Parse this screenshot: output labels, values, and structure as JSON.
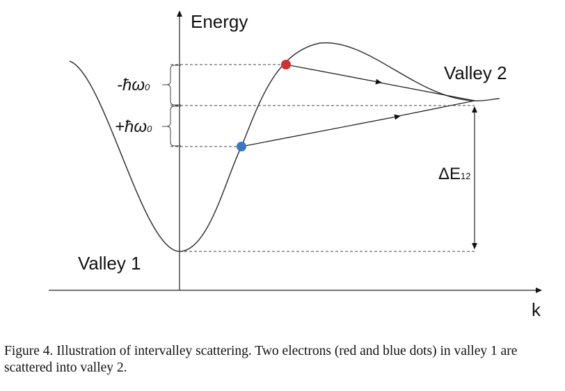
{
  "diagram": {
    "y_axis_label": "Energy",
    "x_axis_label": "k",
    "valley1_label": "Valley 1",
    "valley2_label": "Valley 2",
    "delta_e_label": "ΔE",
    "delta_e_sub": "12",
    "minus_phonon_label": "-ħω",
    "plus_phonon_label": "+ħω",
    "phonon_sub": "0",
    "colors": {
      "red_electron": "#cc3333",
      "blue_electron": "#3a78c2",
      "line": "#222222"
    }
  },
  "caption": "Figure 4. Illustration of intervalley scattering. Two electrons (red and blue dots) in valley 1 are scattered into valley 2."
}
